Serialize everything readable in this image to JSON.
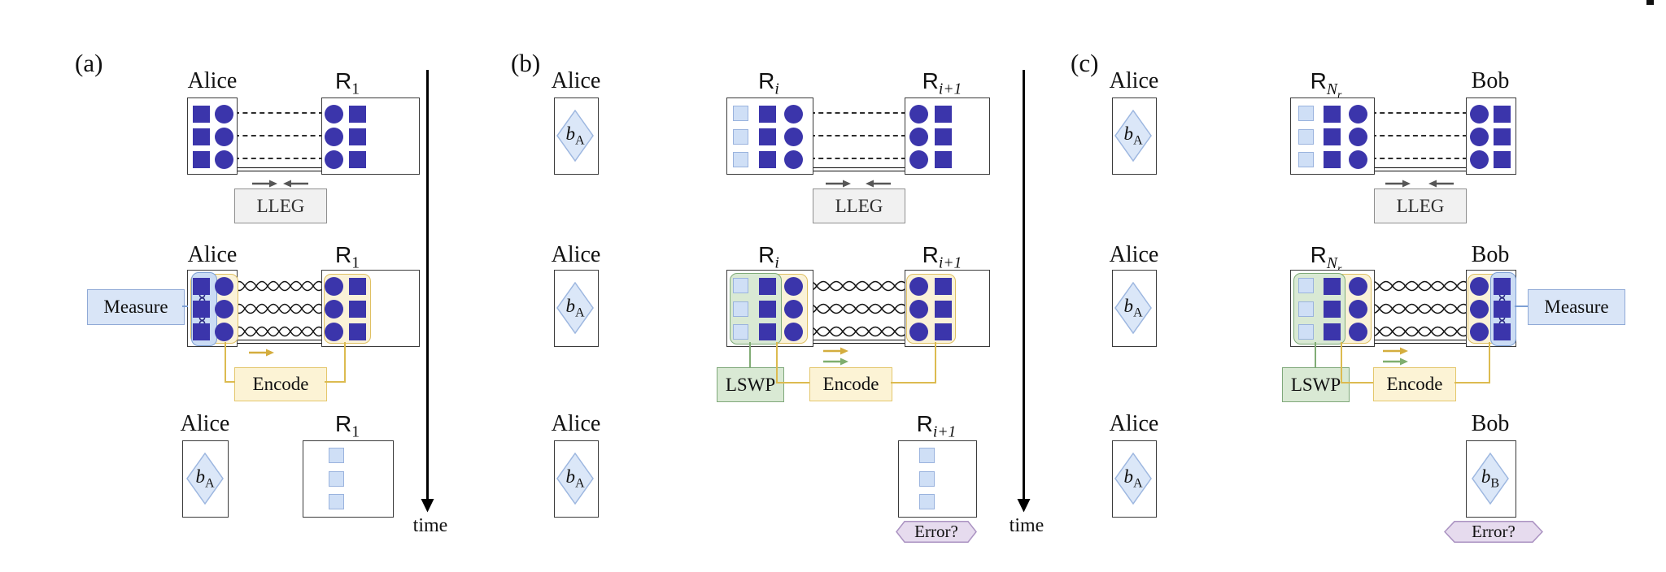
{
  "figure": {
    "panels": [
      {
        "tag": "(a)",
        "nodes": {
          "alice": "Alice",
          "r1": {
            "base": "R",
            "sub": "1"
          }
        },
        "ops": {
          "lleg": "LLEG",
          "measure": "Measure",
          "encode": "Encode"
        },
        "bit": {
          "base": "b",
          "sub": "A"
        }
      },
      {
        "tag": "(b)",
        "nodes": {
          "alice": "Alice",
          "ri": {
            "base": "R",
            "sub": "i"
          },
          "ri1": {
            "base": "R",
            "sub": "i+1"
          }
        },
        "ops": {
          "lleg": "LLEG",
          "lswp": "LSWP",
          "encode": "Encode",
          "error": "Error?"
        },
        "bit": {
          "base": "b",
          "sub": "A"
        }
      },
      {
        "tag": "(c)",
        "nodes": {
          "alice": "Alice",
          "rn": {
            "base": "R",
            "sub": "N",
            "subsub": "r"
          },
          "bob": "Bob"
        },
        "ops": {
          "lleg": "LLEG",
          "lswp": "LSWP",
          "encode": "Encode",
          "measure": "Measure",
          "error": "Error?"
        },
        "bits": {
          "alice": {
            "base": "b",
            "sub": "A"
          },
          "bob": {
            "base": "b",
            "sub": "B"
          }
        }
      }
    ],
    "time_label": "time",
    "colors": {
      "qubit_blue": "#3b35ab",
      "empty_qubit_fill": "#cfdff6",
      "measure_fill": "#d9e5f7",
      "encode_fill": "#fcf3d5",
      "lswp_fill": "#d9e9d4",
      "lleg_fill": "#f1f1f1",
      "error_fill": "#e6dbee",
      "diamond_fill": "#dbe7f8"
    }
  }
}
